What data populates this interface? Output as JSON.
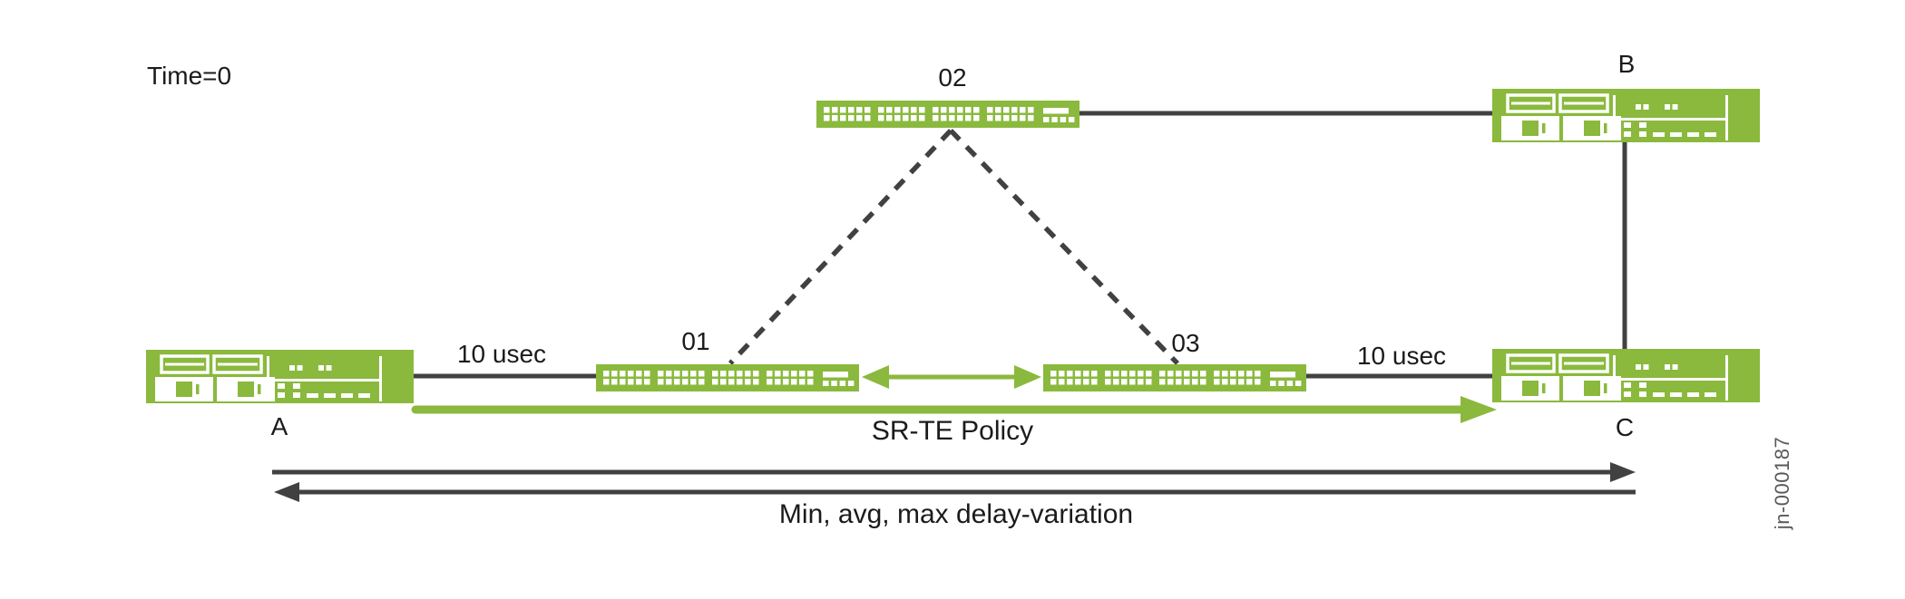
{
  "figure": {
    "timestamp_label": "Time=0",
    "figure_id": "jn-000187"
  },
  "nodes": {
    "router_a": {
      "label": "A",
      "type": "router"
    },
    "router_b": {
      "label": "B",
      "type": "router"
    },
    "router_c": {
      "label": "C",
      "type": "router"
    },
    "switch_01": {
      "label": "01",
      "type": "switch"
    },
    "switch_02": {
      "label": "02",
      "type": "switch"
    },
    "switch_03": {
      "label": "03",
      "type": "switch"
    }
  },
  "links": {
    "a_to_01_delay": "10 usec",
    "03_to_c_delay": "10 usec"
  },
  "annotations": {
    "srte_policy": "SR-TE Policy",
    "delay_variation": "Min, avg, max delay-variation"
  },
  "colors": {
    "device_green": "#8ab93d",
    "line_dark": "#414141",
    "text": "#1b1b1b",
    "figure_id_gray": "#58595b"
  }
}
